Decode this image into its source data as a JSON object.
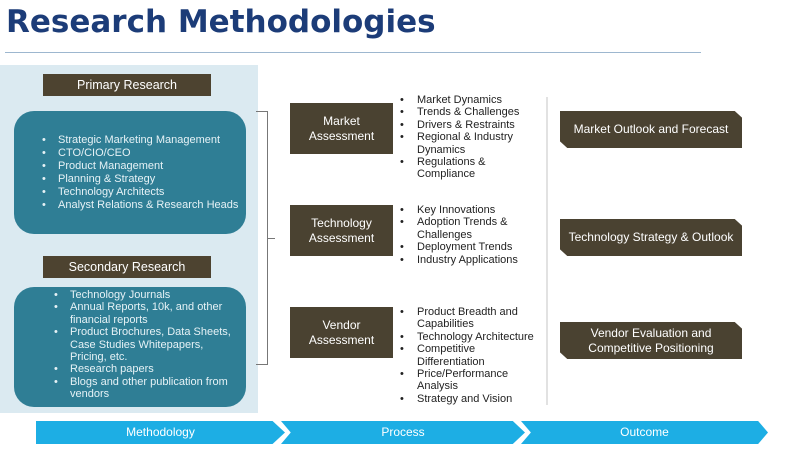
{
  "title": "Research Methodologies",
  "methodology": {
    "primary": {
      "label": "Primary Research",
      "items": [
        "Strategic Marketing Management",
        "CTO/CIO/CEO",
        "Product Management",
        "Planning & Strategy",
        "Technology Architects",
        "Analyst Relations & Research Heads"
      ]
    },
    "secondary": {
      "label": "Secondary Research",
      "items": [
        "Technology Journals",
        "Annual Reports, 10k, and other financial reports",
        "Product Brochures, Data Sheets, Case Studies Whitepapers, Pricing, etc.",
        "Research papers",
        "Blogs  and other publication from vendors"
      ]
    }
  },
  "process": [
    {
      "label": "Market Assessment",
      "items": [
        "Market Dynamics",
        "Trends & Challenges",
        "Drivers & Restraints",
        "Regional & Industry Dynamics",
        "Regulations & Compliance"
      ]
    },
    {
      "label": "Technology Assessment",
      "items": [
        "Key Innovations",
        "Adoption Trends & Challenges",
        "Deployment Trends",
        "Industry Applications"
      ]
    },
    {
      "label": "Vendor Assessment",
      "items": [
        "Product Breadth and Capabilities",
        "Technology Architecture",
        "Competitive Differentiation",
        "Price/Performance Analysis",
        "Strategy and Vision"
      ]
    }
  ],
  "outcome": [
    "Market Outlook and Forecast",
    "Technology Strategy & Outlook",
    "Vendor Evaluation and Competitive Positioning"
  ],
  "stages": [
    "Methodology",
    "Process",
    "Outcome"
  ]
}
